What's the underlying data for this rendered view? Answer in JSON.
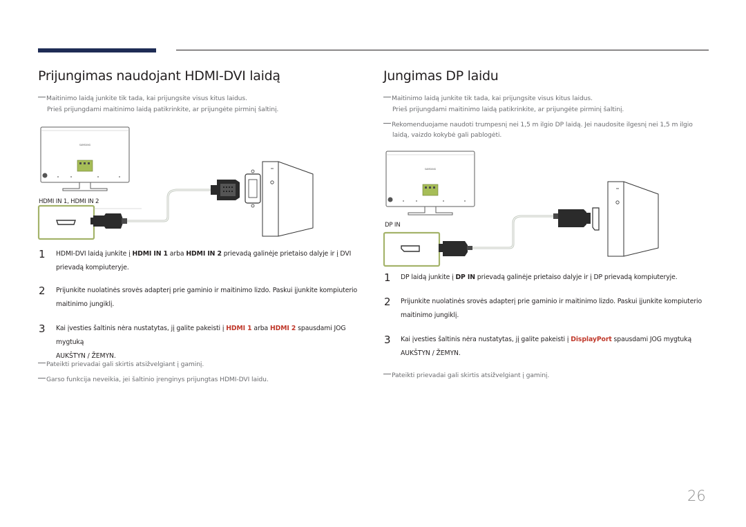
{
  "page_number": "26",
  "left": {
    "title": "Prijungimas naudojant HDMI-DVI laidą",
    "notes_top": [
      "Maitinimo laidą junkite tik tada, kai prijungsite visus kitus laidus.",
      "Prieš prijungdami maitinimo laidą patikrinkite, ar prijungėte pirminį šaltinį."
    ],
    "monitor_brand": "SAMSUNG",
    "port_label": "HDMI IN 1, HDMI IN 2",
    "steps": [
      {
        "num": "1",
        "line1_a": "HDMI-DVI laidą junkite į ",
        "line1_b": "HDMI IN 1",
        "line1_c": " arba ",
        "line1_d": "HDMI IN 2",
        "line1_e": " prievadą galinėje prietaiso dalyje ir į DVI",
        "line2": "prievadą kompiuteryje."
      },
      {
        "num": "2",
        "line1": "Prijunkite nuolatinės srovės adapterį prie gaminio ir maitinimo lizdo. Paskui įjunkite kompiuterio",
        "line2": "maitinimo jungiklį."
      },
      {
        "num": "3",
        "line1_a": "Kai įvesties šaltinis nėra nustatytas, jį galite pakeisti į ",
        "line1_b": "HDMI 1",
        "line1_c": " arba ",
        "line1_d": "HDMI 2",
        "line1_e": " spausdami JOG mygtuką",
        "line2": "AUKŠTYN / ŽEMYN."
      }
    ],
    "notes_bottom": [
      "Pateikti prievadai gali skirtis atsižvelgiant į gaminį.",
      "Garso funkcija neveikia, jei šaltinio įrenginys prijungtas HDMI-DVI laidu."
    ]
  },
  "right": {
    "title": "Jungimas DP laidu",
    "notes_top": [
      "Maitinimo laidą junkite tik tada, kai prijungsite visus kitus laidus.",
      "Prieš prijungdami maitinimo laidą patikrinkite, ar prijungėte pirminį šaltinį.",
      "Rekomenduojame naudoti trumpesnį nei 1,5 m ilgio DP laidą. Jei naudosite ilgesnį nei 1,5 m ilgio",
      "laidą, vaizdo kokybė gali pablogėti."
    ],
    "monitor_brand": "SAMSUNG",
    "port_label": "DP IN",
    "steps": [
      {
        "num": "1",
        "line1_a": "DP laidą junkite į ",
        "line1_b": "DP IN",
        "line1_c": " prievadą galinėje prietaiso dalyje ir į DP prievadą kompiuteryje."
      },
      {
        "num": "2",
        "line1": "Prijunkite nuolatinės srovės adapterį prie gaminio ir maitinimo lizdo. Paskui įjunkite kompiuterio",
        "line2": "maitinimo jungiklį."
      },
      {
        "num": "3",
        "line1_a": "Kai įvesties šaltinis nėra nustatytas, jį galite pakeisti į ",
        "line1_b": "DisplayPort",
        "line1_c": " spausdami JOG mygtuką",
        "line2": "AUKŠTYN / ŽEMYN."
      }
    ],
    "notes_bottom": [
      "Pateikti prievadai gali skirtis atsižvelgiant į gaminį."
    ]
  },
  "colors": {
    "header_bar": "#1e2c55",
    "highlight": "#c0392b",
    "port_frame": "#a4b36a",
    "note_text": "#6d6e71"
  }
}
